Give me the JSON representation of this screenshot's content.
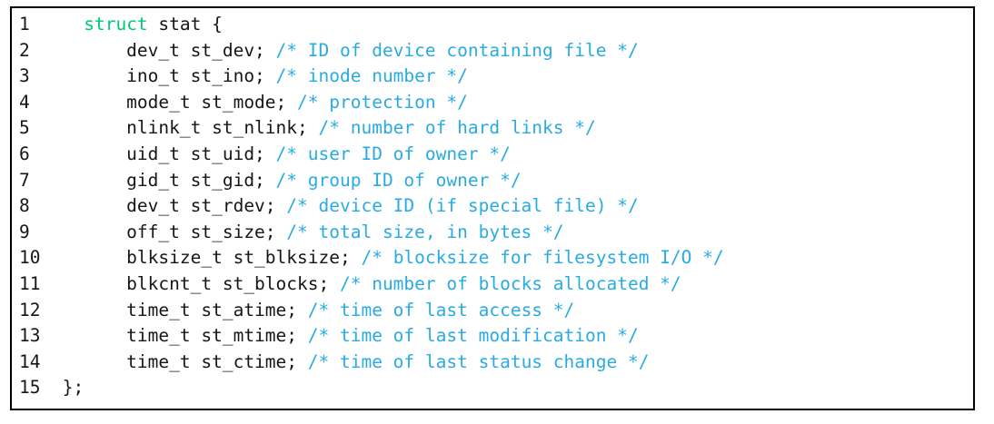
{
  "listing": {
    "language": "C",
    "title": "struct stat",
    "colors": {
      "background": "#ffffff",
      "border": "#000000",
      "line_number": "#161616",
      "plain_code": "#161616",
      "keyword": "#00c878",
      "comment": "#29abe2"
    },
    "line_count": 15,
    "lines": [
      {
        "number": "1",
        "full_text": "   struct stat {",
        "tokens": [
          {
            "kind": "plain",
            "text": "   "
          },
          {
            "kind": "keyword",
            "text": "struct"
          },
          {
            "kind": "plain",
            "text": " stat {"
          }
        ]
      },
      {
        "number": "2",
        "full_text": "       dev_t st_dev; /* ID of device containing file */",
        "tokens": [
          {
            "kind": "plain",
            "text": "       dev_t st_dev; "
          },
          {
            "kind": "comment",
            "text": "/* ID of device containing file */"
          }
        ]
      },
      {
        "number": "3",
        "full_text": "       ino_t st_ino; /* inode number */",
        "tokens": [
          {
            "kind": "plain",
            "text": "       ino_t st_ino; "
          },
          {
            "kind": "comment",
            "text": "/* inode number */"
          }
        ]
      },
      {
        "number": "4",
        "full_text": "       mode_t st_mode; /* protection */",
        "tokens": [
          {
            "kind": "plain",
            "text": "       mode_t st_mode; "
          },
          {
            "kind": "comment",
            "text": "/* protection */"
          }
        ]
      },
      {
        "number": "5",
        "full_text": "       nlink_t st_nlink; /* number of hard links */",
        "tokens": [
          {
            "kind": "plain",
            "text": "       nlink_t st_nlink; "
          },
          {
            "kind": "comment",
            "text": "/* number of hard links */"
          }
        ]
      },
      {
        "number": "6",
        "full_text": "       uid_t st_uid; /* user ID of owner */",
        "tokens": [
          {
            "kind": "plain",
            "text": "       uid_t st_uid; "
          },
          {
            "kind": "comment",
            "text": "/* user ID of owner */"
          }
        ]
      },
      {
        "number": "7",
        "full_text": "       gid_t st_gid; /* group ID of owner */",
        "tokens": [
          {
            "kind": "plain",
            "text": "       gid_t st_gid; "
          },
          {
            "kind": "comment",
            "text": "/* group ID of owner */"
          }
        ]
      },
      {
        "number": "8",
        "full_text": "       dev_t st_rdev; /* device ID (if special file) */",
        "tokens": [
          {
            "kind": "plain",
            "text": "       dev_t st_rdev; "
          },
          {
            "kind": "comment",
            "text": "/* device ID (if special file) */"
          }
        ]
      },
      {
        "number": "9",
        "full_text": "       off_t st_size; /* total size, in bytes */",
        "tokens": [
          {
            "kind": "plain",
            "text": "       off_t st_size; "
          },
          {
            "kind": "comment",
            "text": "/* total size, in bytes */"
          }
        ]
      },
      {
        "number": "10",
        "full_text": "       blksize_t st_blksize; /* blocksize for filesystem I/O */",
        "tokens": [
          {
            "kind": "plain",
            "text": "       blksize_t st_blksize; "
          },
          {
            "kind": "comment",
            "text": "/* blocksize for filesystem I/O */"
          }
        ]
      },
      {
        "number": "11",
        "full_text": "       blkcnt_t st_blocks; /* number of blocks allocated */",
        "tokens": [
          {
            "kind": "plain",
            "text": "       blkcnt_t st_blocks; "
          },
          {
            "kind": "comment",
            "text": "/* number of blocks allocated */"
          }
        ]
      },
      {
        "number": "12",
        "full_text": "       time_t st_atime; /* time of last access */",
        "tokens": [
          {
            "kind": "plain",
            "text": "       time_t st_atime; "
          },
          {
            "kind": "comment",
            "text": "/* time of last access */"
          }
        ]
      },
      {
        "number": "13",
        "full_text": "       time_t st_mtime; /* time of last modification */",
        "tokens": [
          {
            "kind": "plain",
            "text": "       time_t st_mtime; "
          },
          {
            "kind": "comment",
            "text": "/* time of last modification */"
          }
        ]
      },
      {
        "number": "14",
        "full_text": "       time_t st_ctime; /* time of last status change */",
        "tokens": [
          {
            "kind": "plain",
            "text": "       time_t st_ctime; "
          },
          {
            "kind": "comment",
            "text": "/* time of last status change */"
          }
        ]
      },
      {
        "number": "15",
        "full_text": " };",
        "tokens": [
          {
            "kind": "plain",
            "text": " };"
          }
        ]
      }
    ]
  }
}
